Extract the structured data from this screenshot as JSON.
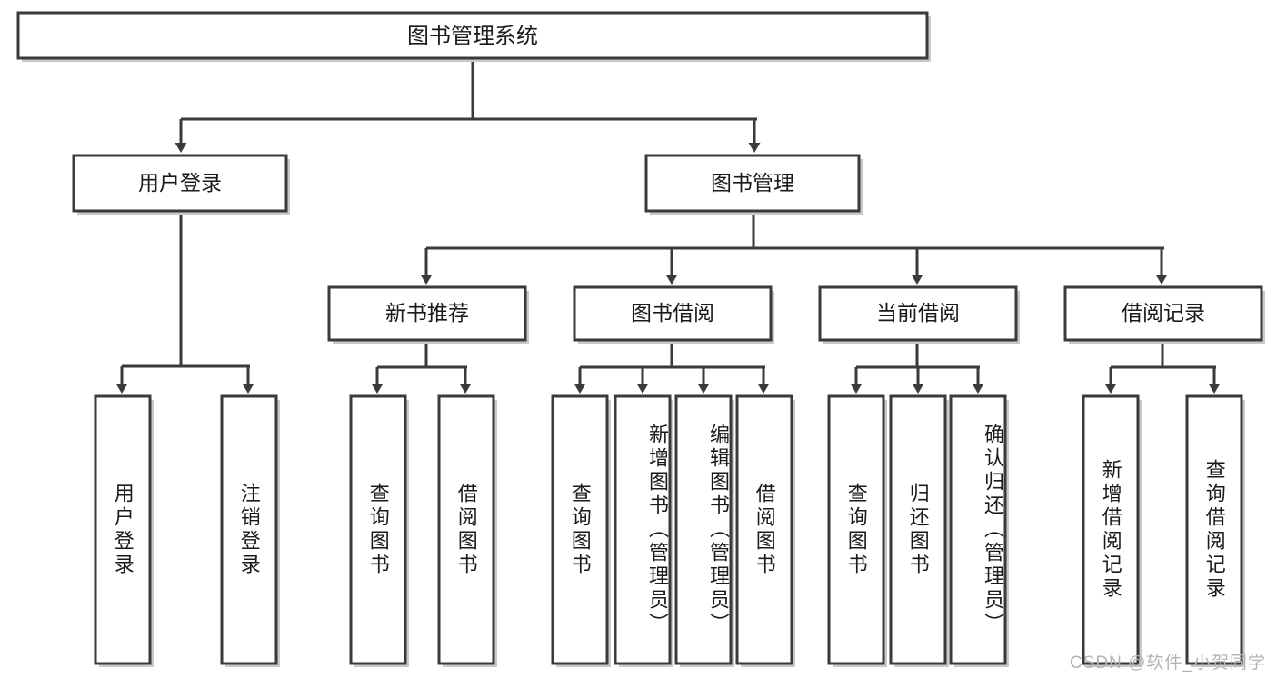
{
  "diagram": {
    "title": "图书管理系统",
    "type": "tree-hierarchy-chart",
    "colors": {
      "box_stroke": "#3a3a3a",
      "box_fill": "#ffffff",
      "connector": "#3a3a3a",
      "background": "#ffffff",
      "watermark": "#b4b4b4"
    },
    "root": {
      "label": "图书管理系统"
    },
    "level2": [
      {
        "label": "用户登录"
      },
      {
        "label": "图书管理"
      }
    ],
    "level3": [
      {
        "label": "新书推荐"
      },
      {
        "label": "图书借阅"
      },
      {
        "label": "当前借阅"
      },
      {
        "label": "借阅记录"
      }
    ],
    "leaves": {
      "user_login": [
        {
          "label": "用户登录"
        },
        {
          "label": "注销登录"
        }
      ],
      "new_book_recommend": [
        {
          "label": "查询图书"
        },
        {
          "label": "借阅图书"
        }
      ],
      "book_borrow": [
        {
          "label": "查询图书"
        },
        {
          "label": "新增图书（管理员）"
        },
        {
          "label": "编辑图书（管理员）"
        },
        {
          "label": "借阅图书"
        }
      ],
      "current_borrow": [
        {
          "label": "查询图书"
        },
        {
          "label": "归还图书"
        },
        {
          "label": "确认归还（管理员）"
        }
      ],
      "borrow_record": [
        {
          "label": "新增借阅记录"
        },
        {
          "label": "查询借阅记录"
        }
      ]
    },
    "watermark": "CSDN @软件_小贺同学"
  }
}
